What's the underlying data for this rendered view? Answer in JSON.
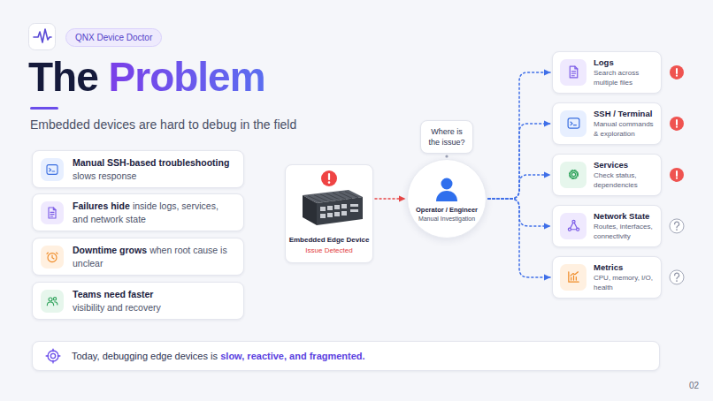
{
  "diagram": {
    "title": "The Problem",
    "nodes": [
      {
        "text": [
          "QNX Device Doctor"
        ]
      },
      {
        "text": [
          "Manual SSH-based troubleshooting",
          "slows response"
        ]
      },
      {
        "text": [
          "Failures hide",
          "inside logs, services, and network state"
        ]
      },
      {
        "text": [
          "Downtime grows",
          "when root cause is unclear"
        ]
      },
      {
        "text": [
          "Teams need faster",
          "visibility and recovery"
        ]
      },
      {
        "text": [
          "Embedded Edge Device",
          "Issue Detected"
        ]
      },
      {
        "text": [
          "Where is the issue?"
        ]
      },
      {
        "text": [
          "Operator / Engineer",
          "Manual Investigation"
        ]
      },
      {
        "text": [
          "Logs",
          "Search across multiple files"
        ]
      },
      {
        "text": [
          "SSH / Terminal",
          "Manual commands & exploration"
        ]
      },
      {
        "text": [
          "Services",
          "Check status, dependencies"
        ]
      },
      {
        "text": [
          "Network State",
          "Routes, interfaces, connectivity"
        ]
      },
      {
        "text": [
          "Metrics",
          "CPU, memory, I/O, health"
        ]
      },
      {
        "text": [
          "Today, debugging edge devices is",
          "slow, reactive, and fragmented."
        ]
      }
    ],
    "edges": [
      {
        "from": 5,
        "to": 7,
        "arrow": "to"
      },
      {
        "from": 7,
        "to": 8,
        "arrow": "to"
      },
      {
        "from": 7,
        "to": 9,
        "arrow": "to"
      },
      {
        "from": 7,
        "to": 10,
        "arrow": "to"
      },
      {
        "from": 7,
        "to": 11,
        "arrow": "to"
      },
      {
        "from": 7,
        "to": 12,
        "arrow": "to"
      }
    ],
    "labels": [
      "Embedded devices are hard to debug in the field",
      "02"
    ]
  }
}
